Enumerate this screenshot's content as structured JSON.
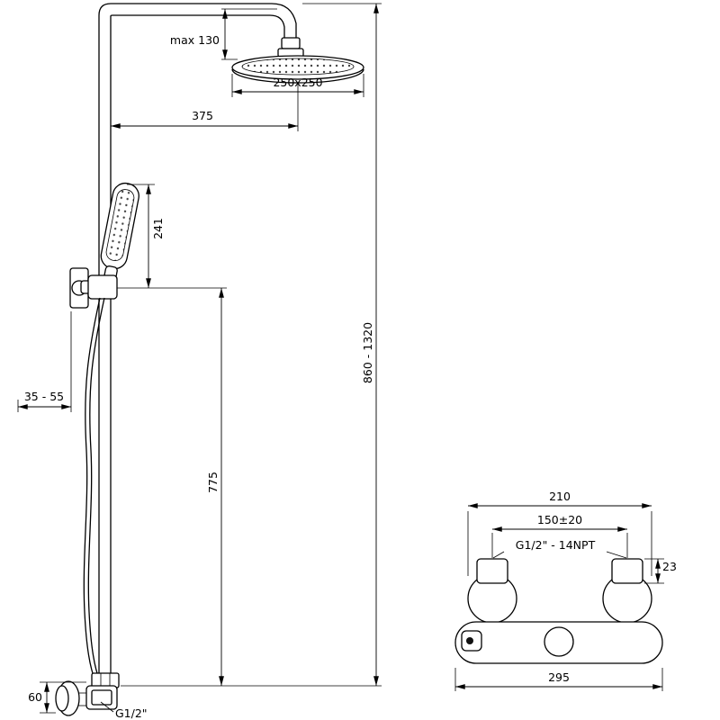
{
  "title": "Shower system technical drawing",
  "labels": {
    "max_head_offset": "max 130",
    "head_size": "250x250",
    "arm_reach": "375",
    "hand_shower_length": "241",
    "total_height": "860 - 1320",
    "wall_distance": "35 - 55",
    "riser_length": "775",
    "elbow_height": "60",
    "outlet_thread": "G1/2\"",
    "mixer_overall_width": "210",
    "inlet_spacing": "150±20",
    "inlet_thread": "G1/2\" - 14NPT",
    "inlet_nut_height": "23",
    "mixer_length": "295"
  },
  "colors": {
    "line": "#000000",
    "background": "#ffffff"
  }
}
